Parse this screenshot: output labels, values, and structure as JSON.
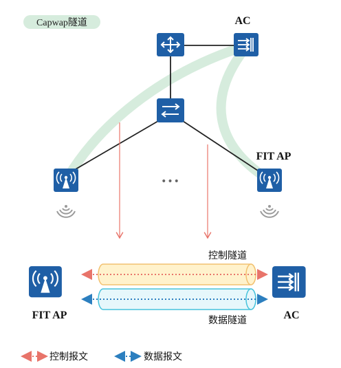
{
  "legend_tunnel": "Capwap隧道",
  "top_ac_label": "AC",
  "top_fitap_label": "FIT AP",
  "ellipsis": "•••",
  "control_tunnel_label": "控制隧道",
  "data_tunnel_label": "数据隧道",
  "bottom_fitap_label": "FIT AP",
  "bottom_ac_label": "AC",
  "legend_control": "控制报文",
  "legend_data": "数据报文",
  "colors": {
    "device_blue": "#1f5fa6",
    "link": "#222222",
    "capwap_green": "#d6ecdd",
    "control_red": "#e8746a",
    "data_blue": "#2c7fbf",
    "control_tube_fill": "#fff2cc",
    "control_tube_stroke": "#f2c170",
    "data_tube_fill": "#e6f7fb",
    "data_tube_stroke": "#47c3dc",
    "signal_grey": "#9a9a9a"
  }
}
